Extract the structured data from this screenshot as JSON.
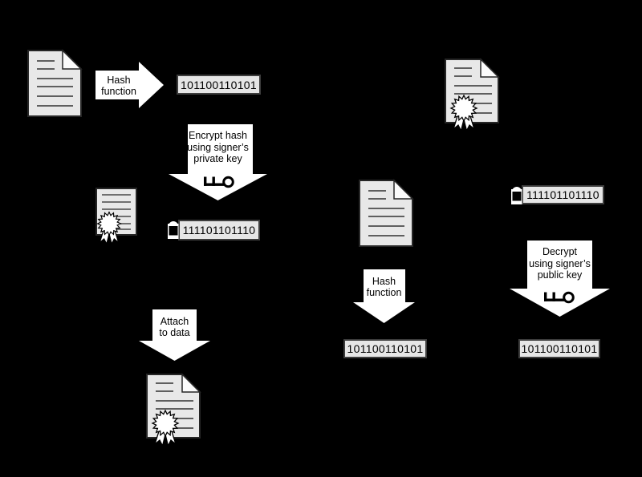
{
  "diagram": {
    "signing": {
      "hash_function_label": [
        "Hash",
        "function"
      ],
      "hash_value": "101100110101",
      "encrypt_label": [
        "Encrypt hash",
        "using signer’s",
        "private key"
      ],
      "signature_value": "111101101110",
      "attach_label": [
        "Attach",
        "to data"
      ]
    },
    "verification": {
      "signature_value": "111101101110",
      "decrypt_label": [
        "Decrypt",
        "using signer’s",
        "public key"
      ],
      "hash_function_label": [
        "Hash",
        "function"
      ],
      "computed_hash_value": "101100110101",
      "decrypted_hash_value": "101100110101"
    },
    "icons": [
      "document-icon",
      "certificate-icon",
      "signed-document-icon",
      "key-icon",
      "padlock-icon",
      "seal-icon",
      "arrow-right-icon",
      "arrow-down-icon"
    ],
    "colors": {
      "background": "#000000",
      "document_fill": "#e8e8e8",
      "document_border": "#262626",
      "document_line": "#5f5f5f",
      "box_fill": "#e6e6e6",
      "box_border": "#3d3d3d",
      "arrow_fill": "#ffffff",
      "text": "#000000"
    }
  }
}
